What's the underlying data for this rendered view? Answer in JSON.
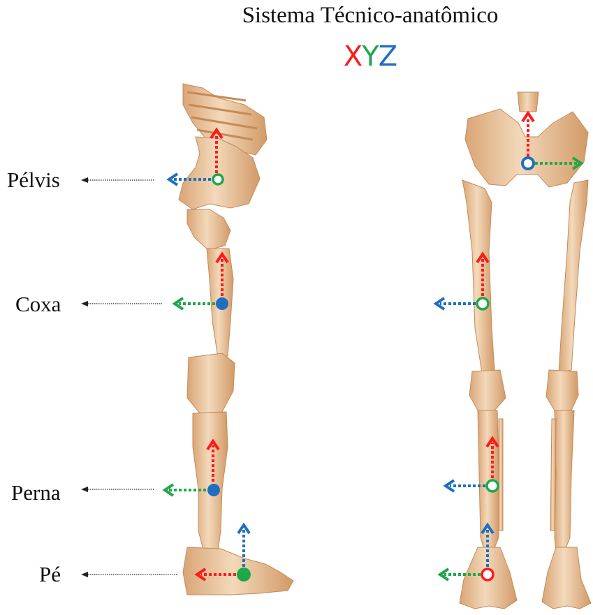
{
  "title": "Sistema Técnico-anatômico",
  "axes_legend": {
    "x": {
      "letter": "X",
      "color": "#ff1a1a"
    },
    "y": {
      "letter": "Y",
      "color": "#1ea84a"
    },
    "z": {
      "letter": "Z",
      "color": "#1f6fc1"
    }
  },
  "segments": [
    {
      "label": "Pélvis"
    },
    {
      "label": "Coxa"
    },
    {
      "label": "Perna"
    },
    {
      "label": "Pé"
    }
  ],
  "colors": {
    "bone_fill": "#ecc9a2",
    "bone_shade": "#c98c55",
    "bone_edge": "#b77b47"
  }
}
